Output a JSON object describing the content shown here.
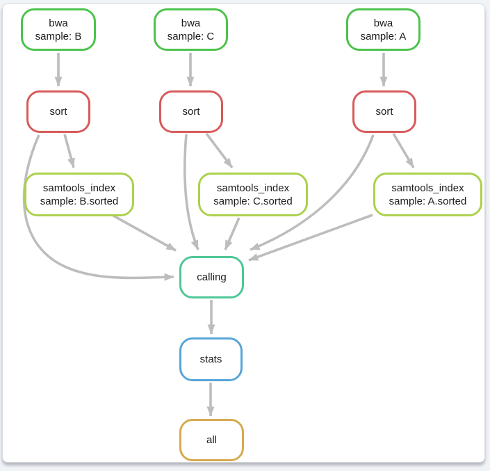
{
  "colors": {
    "edge": "#bdbdbd",
    "rule_bwa": "#4cc34c",
    "rule_sort": "#d85a5a",
    "rule_samtools_index": "#abd14c",
    "rule_calling": "#4fc795",
    "rule_stats": "#58a5da",
    "rule_all": "#d6a950",
    "card_background": "#ffffff",
    "card_border": "#d7dbe0",
    "page_background": "#f1f4f7",
    "label_text": "#1b1b1b"
  },
  "diagram_type": "workflow-dag",
  "nodes": [
    {
      "id": "bwa_B",
      "rule": "bwa",
      "lines": [
        "bwa",
        "sample: B"
      ]
    },
    {
      "id": "bwa_C",
      "rule": "bwa",
      "lines": [
        "bwa",
        "sample: C"
      ]
    },
    {
      "id": "bwa_A",
      "rule": "bwa",
      "lines": [
        "bwa",
        "sample: A"
      ]
    },
    {
      "id": "sort_B",
      "rule": "sort",
      "lines": [
        "sort"
      ]
    },
    {
      "id": "sort_C",
      "rule": "sort",
      "lines": [
        "sort"
      ]
    },
    {
      "id": "sort_A",
      "rule": "sort",
      "lines": [
        "sort"
      ]
    },
    {
      "id": "samtools_index_B",
      "rule": "samtools_index",
      "lines": [
        "samtools_index",
        "sample: B.sorted"
      ]
    },
    {
      "id": "samtools_index_C",
      "rule": "samtools_index",
      "lines": [
        "samtools_index",
        "sample: C.sorted"
      ]
    },
    {
      "id": "samtools_index_A",
      "rule": "samtools_index",
      "lines": [
        "samtools_index",
        "sample: A.sorted"
      ]
    },
    {
      "id": "calling",
      "rule": "calling",
      "lines": [
        "calling"
      ]
    },
    {
      "id": "stats",
      "rule": "stats",
      "lines": [
        "stats"
      ]
    },
    {
      "id": "all",
      "rule": "all",
      "lines": [
        "all"
      ]
    }
  ],
  "edges": [
    {
      "from": "bwa_B",
      "to": "sort_B"
    },
    {
      "from": "bwa_C",
      "to": "sort_C"
    },
    {
      "from": "bwa_A",
      "to": "sort_A"
    },
    {
      "from": "sort_B",
      "to": "samtools_index_B"
    },
    {
      "from": "sort_C",
      "to": "samtools_index_C"
    },
    {
      "from": "sort_A",
      "to": "samtools_index_A"
    },
    {
      "from": "sort_B",
      "to": "calling"
    },
    {
      "from": "samtools_index_B",
      "to": "calling"
    },
    {
      "from": "sort_C",
      "to": "calling"
    },
    {
      "from": "samtools_index_C",
      "to": "calling"
    },
    {
      "from": "sort_A",
      "to": "calling"
    },
    {
      "from": "samtools_index_A",
      "to": "calling"
    },
    {
      "from": "calling",
      "to": "stats"
    },
    {
      "from": "stats",
      "to": "all"
    }
  ]
}
